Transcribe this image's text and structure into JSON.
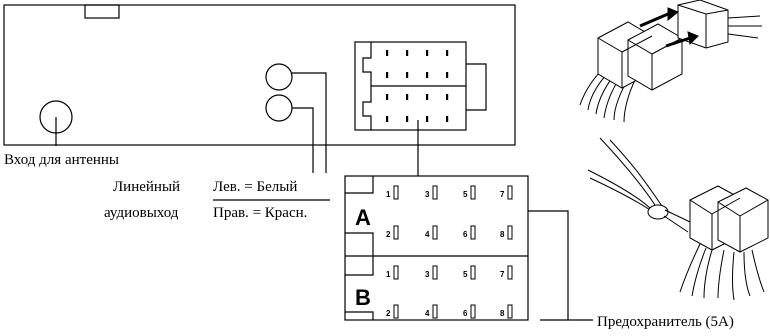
{
  "labels": {
    "antenna_input": "Вход для антенны",
    "line_audio_out_1": "Линейный",
    "line_audio_out_2": "аудиовыход",
    "left_white": "Лев. = Белый",
    "right_red": "Прав. = Красн.",
    "fuse": "Предохранитель (5A)"
  },
  "connector": {
    "blocks": [
      {
        "letter": "A",
        "top_pins": [
          "1",
          "3",
          "5",
          "7"
        ],
        "bottom_pins": [
          "2",
          "4",
          "6",
          "8"
        ]
      },
      {
        "letter": "B",
        "top_pins": [
          "1",
          "3",
          "5",
          "7"
        ],
        "bottom_pins": [
          "2",
          "4",
          "6",
          "8"
        ]
      }
    ]
  },
  "colors": {
    "line": "#000000",
    "background": "#ffffff"
  }
}
